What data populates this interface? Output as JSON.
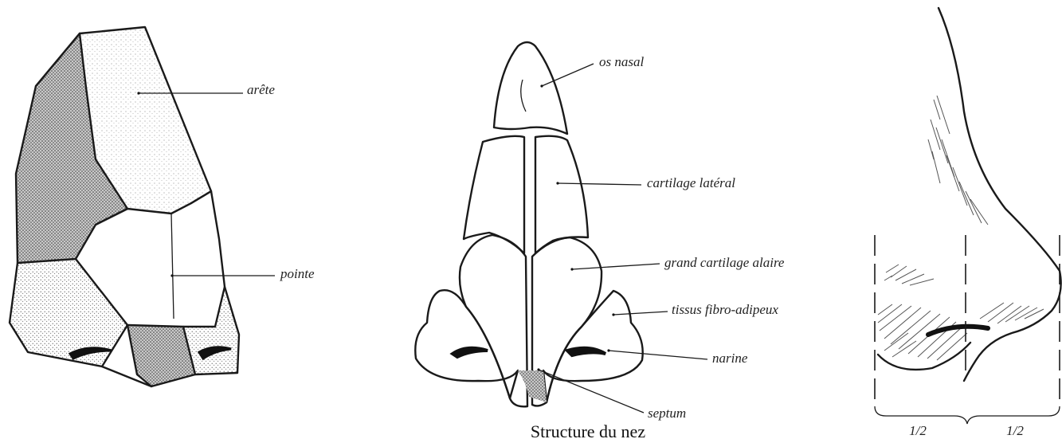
{
  "labels": {
    "arete": "arête",
    "pointe": "pointe",
    "os_nasal": "os nasal",
    "cartilage_lateral": "cartilage latéral",
    "grand_cartilage_alaire": "grand cartilage alaire",
    "tissus_fibro_adipeux": "tissus fibro-adipeux",
    "narine": "narine",
    "septum": "septum"
  },
  "caption": "Structure du nez",
  "proportions": {
    "left": "1/2",
    "right": "1/2"
  },
  "colors": {
    "ink": "#1a1a1a",
    "shade": "#8a8a8a",
    "light_shade": "#c8c8c8",
    "background": "#ffffff"
  }
}
